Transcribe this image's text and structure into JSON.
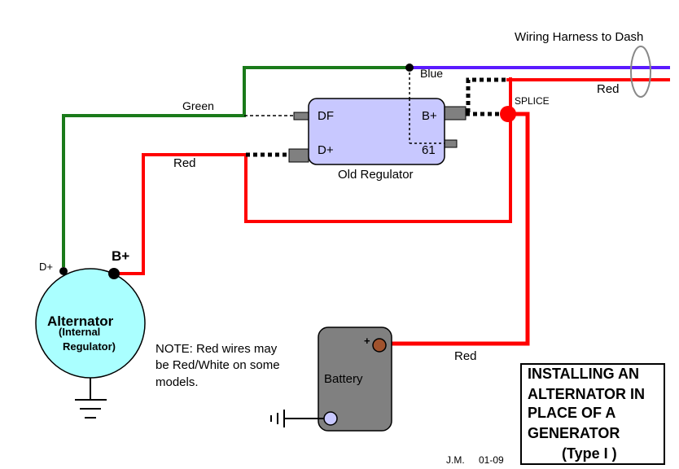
{
  "labels": {
    "harness": "Wiring Harness to Dash",
    "blue": "Blue",
    "green": "Green",
    "red_top_right": "Red",
    "red_left": "Red",
    "red_bottom": "Red",
    "splice": "SPLICE",
    "df": "DF",
    "bplus_reg": "B+",
    "dplus_reg": "D+",
    "terminal_61": "61",
    "old_regulator": "Old Regulator",
    "dplus_alt": "D+",
    "bplus_alt": "B+",
    "alternator": "Alternator",
    "internal": "(Internal",
    "regulator": "Regulator)",
    "battery": "Battery",
    "battery_plus": "+",
    "note_line1": "NOTE: Red wires may",
    "note_line2": "be Red/White on some",
    "note_line3": "models.",
    "title_line1": "INSTALLING AN",
    "title_line2": "ALTERNATOR  IN",
    "title_line3": "PLACE OF A",
    "title_line4": "GENERATOR",
    "title_line5": "(Type  I )",
    "author": "J.M.",
    "date": "01-09"
  },
  "colors": {
    "green_wire": "#1a7a1a",
    "red_wire": "#ff0000",
    "blue_wire": "#5a1aff",
    "regulator_fill": "#c8c8ff",
    "alternator_fill": "#aaffff",
    "battery_fill": "#808080",
    "terminal_fill": "#808080",
    "battery_pos": "#a0522d",
    "battery_neg": "#c8c8ff",
    "harness_ring": "#888888"
  }
}
